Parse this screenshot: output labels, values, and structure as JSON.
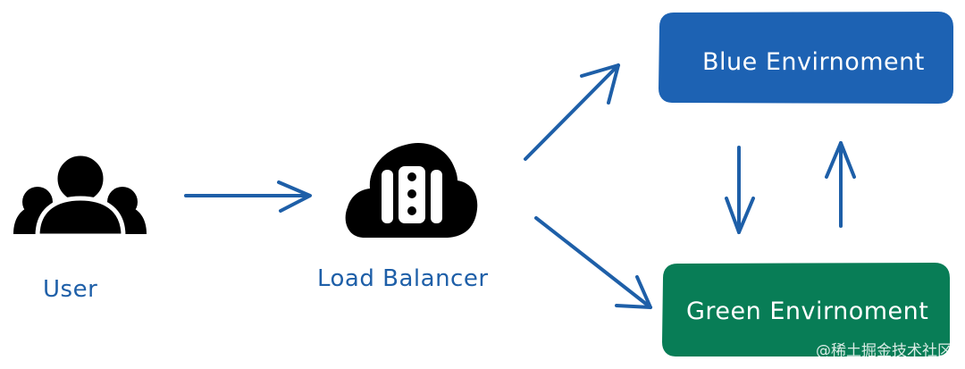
{
  "nodes": {
    "user": {
      "label": "User",
      "icon": "users-group-icon"
    },
    "load_balancer": {
      "label": "Load Balancer",
      "icon": "cloud-server-icon"
    },
    "blue_env": {
      "label": "Blue Envirnoment",
      "color": "#1d62b3"
    },
    "green_env": {
      "label": "Green Envirnoment",
      "color": "#087d56"
    }
  },
  "colors": {
    "arrow": "#1e5fa8",
    "label": "#1e5fa8",
    "icon": "#000000"
  },
  "watermark": "@稀土掘金技术社区"
}
